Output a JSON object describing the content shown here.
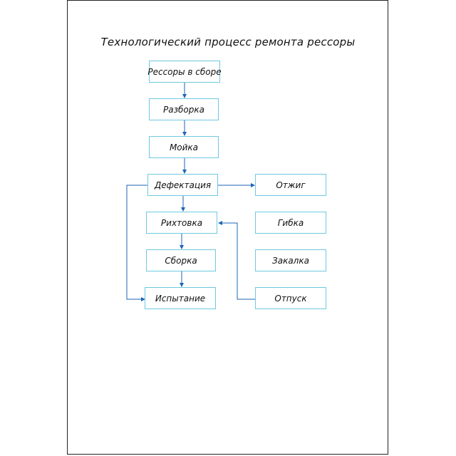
{
  "title": "Технологический процесс ремонта рессоры",
  "boxes": {
    "assembly_in": "Рессоры в сборе",
    "disassembly": "Разборка",
    "washing": "Мойка",
    "defect": "Дефектация",
    "straightening": "Рихтовка",
    "assembly": "Сборка",
    "testing": "Испытание",
    "annealing": "Отжиг",
    "bending": "Гибка",
    "hardening": "Закалка",
    "tempering": "Отпуск"
  },
  "colors": {
    "box_border": "#6ec9e0",
    "arrow": "#1f63b5",
    "text": "#111111"
  }
}
